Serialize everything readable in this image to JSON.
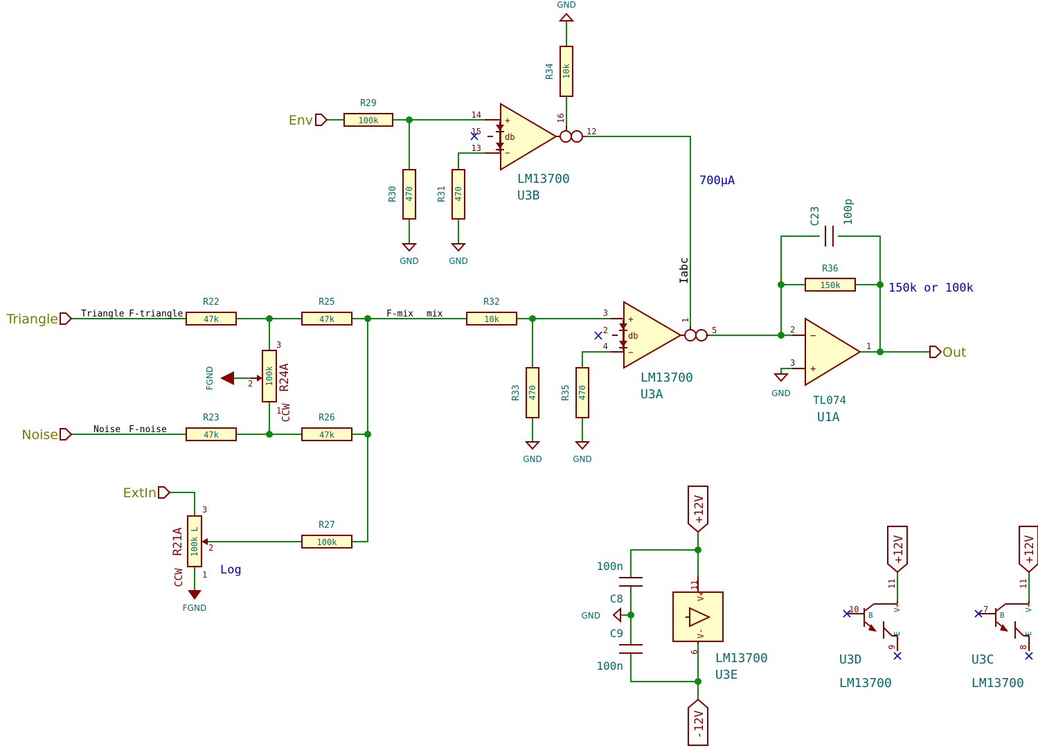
{
  "colors": {
    "wire": "#0d8a0d",
    "component": "#880000",
    "component_fill": "#fffec8",
    "reference_text": "#006b6b",
    "global_label": "#7a7a00",
    "note": "#0000b8",
    "no_connect": "#0000c8"
  },
  "labels": {
    "env": "Env",
    "triangle": "Triangle",
    "noise": "Noise",
    "extin": "ExtIn",
    "out": "Out"
  },
  "nets": {
    "triangle": "Triangle",
    "f_triangle": "F-triangle",
    "noise": "Noise",
    "f_noise": "F-noise",
    "f_mix": "F-mix",
    "mix": "mix",
    "iabc": "Iabc"
  },
  "resistors": {
    "r29": {
      "ref": "R29",
      "value": "100k"
    },
    "r30": {
      "ref": "R30",
      "value": "470"
    },
    "r31": {
      "ref": "R31",
      "value": "470"
    },
    "r34": {
      "ref": "R34",
      "value": "10k"
    },
    "r22": {
      "ref": "R22",
      "value": "47k"
    },
    "r25": {
      "ref": "R25",
      "value": "47k"
    },
    "r23": {
      "ref": "R23",
      "value": "47k"
    },
    "r26": {
      "ref": "R26",
      "value": "47k"
    },
    "r27": {
      "ref": "R27",
      "value": "100k"
    },
    "r32": {
      "ref": "R32",
      "value": "10k"
    },
    "r33": {
      "ref": "R33",
      "value": "470"
    },
    "r35": {
      "ref": "R35",
      "value": "470"
    },
    "r36": {
      "ref": "R36",
      "value": "150k"
    }
  },
  "pots": {
    "r24a": {
      "ref": "R24A",
      "value": "100k",
      "ccw": "CCW"
    },
    "r21a": {
      "ref": "R21A",
      "value": "100k L",
      "ccw": "CCW"
    }
  },
  "capacitors": {
    "c23": {
      "ref": "C23",
      "value": "100p"
    },
    "c8": {
      "ref": "C8",
      "value": "100n"
    },
    "c9": {
      "ref": "C9",
      "value": "100n"
    }
  },
  "ics": {
    "u3b": {
      "ref": "U3B",
      "value": "LM13700",
      "pins": {
        "p14": "14",
        "p15": "15",
        "p13": "13",
        "p16": "16",
        "p12": "12"
      }
    },
    "u3a": {
      "ref": "U3A",
      "value": "LM13700",
      "pins": {
        "p3": "3",
        "p2": "2",
        "p4": "4",
        "p1": "1",
        "p5": "5"
      }
    },
    "u1a": {
      "ref": "U1A",
      "value": "TL074",
      "pins": {
        "p2": "2",
        "p3": "3",
        "p1": "1"
      }
    },
    "u3e": {
      "ref": "U3E",
      "value": "LM13700",
      "pins": {
        "p11": "11",
        "p6": "6"
      },
      "vplus": "V+",
      "vminus": "V-"
    },
    "u3d": {
      "ref": "U3D",
      "value": "LM13700",
      "pins": {
        "b": "10",
        "c": "11",
        "e": "9"
      }
    },
    "u3c": {
      "ref": "U3C",
      "value": "LM13700",
      "pins": {
        "b": "7",
        "c": "11",
        "e": "8"
      }
    }
  },
  "pin_glyphs": {
    "plus": "+",
    "minus": "−",
    "db": "db",
    "b": "B",
    "e": "E",
    "v": "V+"
  },
  "power": {
    "gnd": "GND",
    "fgnd": "FGND",
    "p12": "+12V",
    "m12": "-12V"
  },
  "pot_pins": {
    "one": "1",
    "two": "2",
    "three": "3"
  },
  "notes": {
    "iabc_current": "700µA",
    "r36_option": "150k or 100k",
    "log": "Log"
  }
}
